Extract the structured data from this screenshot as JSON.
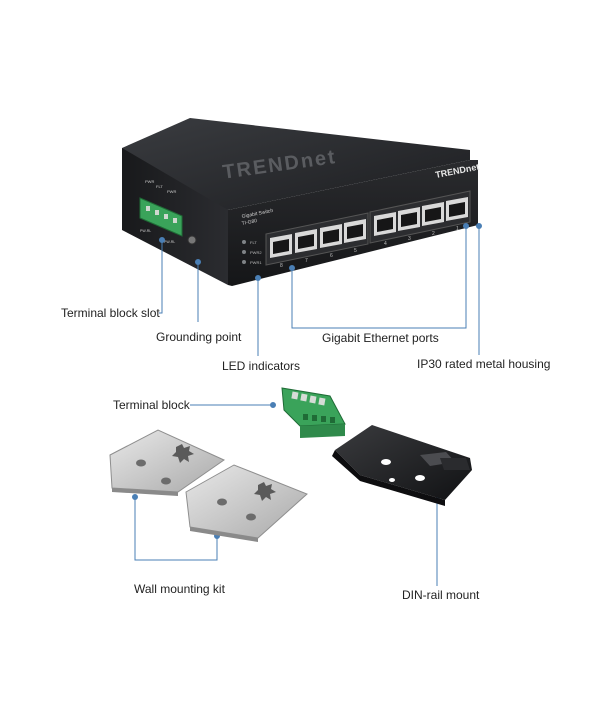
{
  "product": {
    "brand_logo": "TRENDnet",
    "model_text_line1": "Gigabit Switch",
    "model_text_line2": "TI-G80",
    "led_labels": [
      "FLT",
      "PWR2",
      "PWR1"
    ],
    "port_numbers": [
      "8",
      "7",
      "6",
      "5",
      "4",
      "3",
      "2",
      "1"
    ],
    "terminal_labels": [
      "PWR",
      "FLT",
      "PWR"
    ],
    "terminal_sublabels": [
      "PW-RL",
      "PW-RL"
    ]
  },
  "callouts": {
    "terminal_block_slot": "Terminal block slot",
    "grounding_point": "Grounding point",
    "led_indicators": "LED indicators",
    "gigabit_ethernet_ports": "Gigabit Ethernet ports",
    "ip30_housing": "IP30 rated metal housing",
    "terminal_block": "Terminal block",
    "wall_mounting_kit": "Wall mounting kit",
    "din_rail_mount": "DIN-rail mount"
  },
  "colors": {
    "callout_line": "#4a7fb5",
    "housing_dark": "#1e1f22",
    "terminal_green": "#3aa35a"
  }
}
